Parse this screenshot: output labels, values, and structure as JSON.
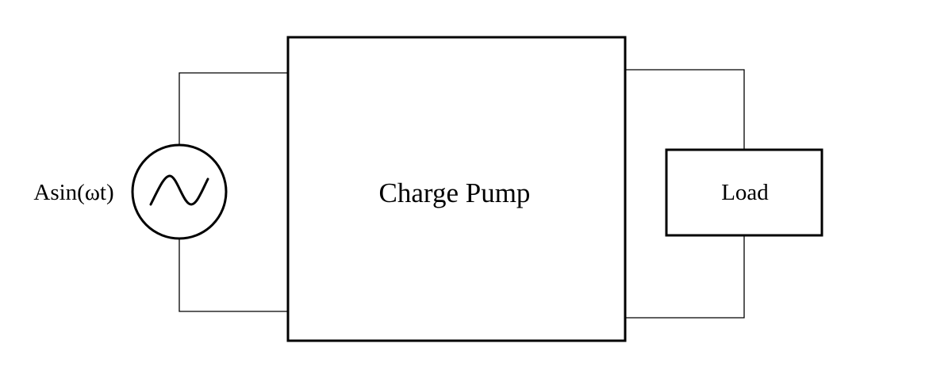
{
  "diagram": {
    "source_label": "Asin(ωt)",
    "source_icon": "sine-wave-icon",
    "pump_label": "Charge Pump",
    "load_label": "Load"
  }
}
